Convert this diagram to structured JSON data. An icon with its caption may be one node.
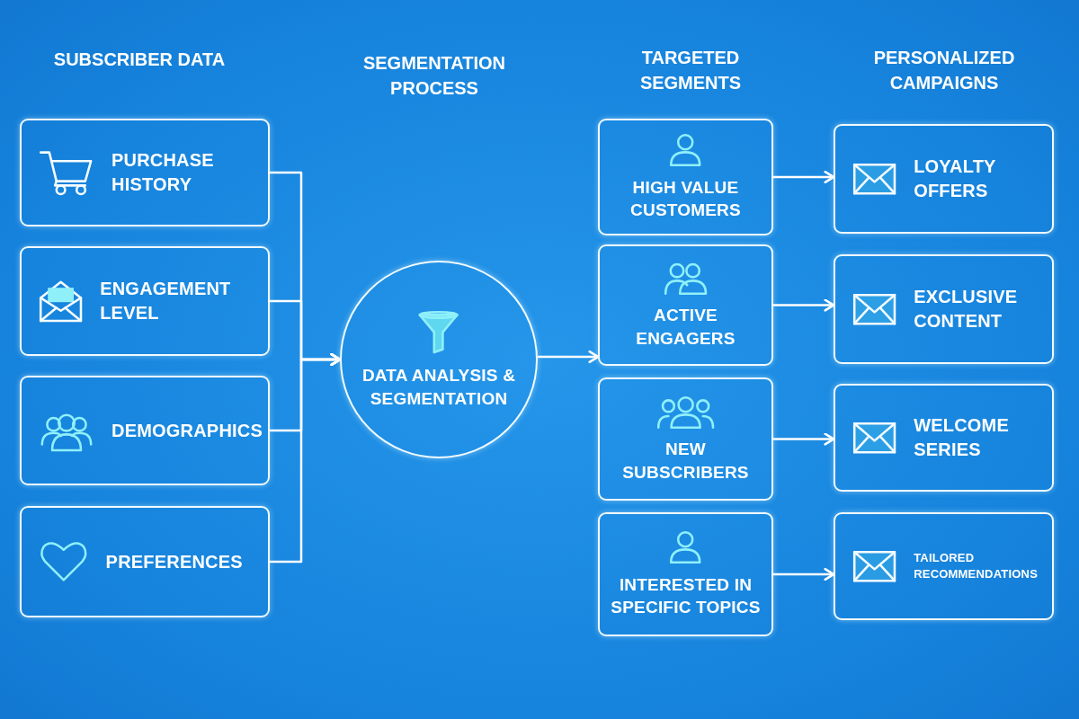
{
  "diagram": {
    "nodes": [
      {
        "text": [
          "PURCHASE HISTORY"
        ]
      },
      {
        "text": [
          "ENGAGEMENT LEVEL"
        ]
      },
      {
        "text": [
          "DEMOGRAPHICS"
        ]
      },
      {
        "text": [
          "PREFERENCES"
        ]
      },
      {
        "text": [
          "DATA ANALYSIS & SEGMENTATION"
        ]
      },
      {
        "text": [
          "HIGH VALUE CUSTOMERS"
        ]
      },
      {
        "text": [
          "ACTIVE ENGAGERS"
        ]
      },
      {
        "text": [
          "NEW SUBSCRIBERS"
        ]
      },
      {
        "text": [
          "INTERESTED IN SPECIFIC TOPICS"
        ]
      },
      {
        "text": [
          "LOYALTY OFFERS"
        ]
      },
      {
        "text": [
          "EXCLUSIVE CONTENT"
        ]
      },
      {
        "text": [
          "WELCOME SERIES"
        ]
      },
      {
        "text": [
          "TAILORED RECOMMENDATIONS"
        ]
      }
    ],
    "edges": [
      {
        "from": 0,
        "to": 4,
        "arrow": "to"
      },
      {
        "from": 1,
        "to": 4,
        "arrow": "to"
      },
      {
        "from": 2,
        "to": 4,
        "arrow": "to"
      },
      {
        "from": 3,
        "to": 4,
        "arrow": "to"
      },
      {
        "from": 4,
        "to": 6,
        "arrow": "to"
      },
      {
        "from": 5,
        "to": 9,
        "arrow": "to"
      },
      {
        "from": 6,
        "to": 10,
        "arrow": "to"
      },
      {
        "from": 7,
        "to": 11,
        "arrow": "to"
      },
      {
        "from": 8,
        "to": 12,
        "arrow": "to"
      }
    ],
    "labels": [
      "SUBSCRIBER DATA",
      "SEGMENTATION PROCESS",
      "TARGETED SEGMENTS",
      "PERSONALIZED CAMPAIGNS"
    ]
  }
}
